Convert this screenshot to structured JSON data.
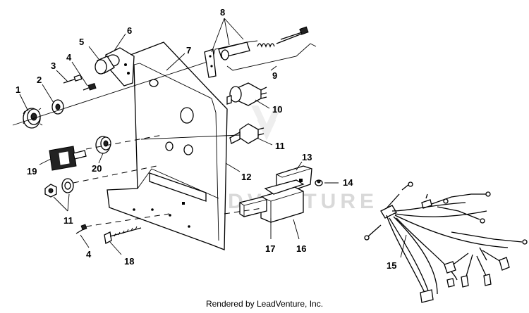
{
  "diagram": {
    "watermark": "LEADVENTURE",
    "footer": "Rendered by LeadVenture, Inc.",
    "callouts": {
      "c1": "1",
      "c2": "2",
      "c3": "3",
      "c4a": "4",
      "c4b": "4",
      "c5": "5",
      "c6": "6",
      "c7": "7",
      "c8": "8",
      "c9": "9",
      "c10": "10",
      "c11a": "11",
      "c11b": "11",
      "c12": "12",
      "c13": "13",
      "c14": "14",
      "c15": "15",
      "c16": "16",
      "c17": "17",
      "c18": "18",
      "c19": "19",
      "c20": "20"
    }
  }
}
